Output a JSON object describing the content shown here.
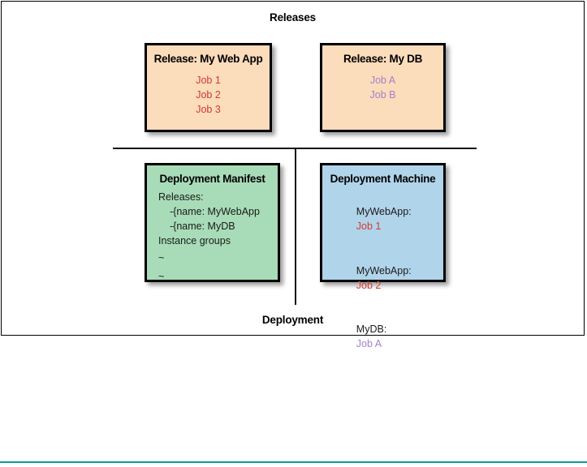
{
  "figure": {
    "top_caption": "Releases",
    "bottom_caption": "Deployment",
    "colors": {
      "release_card_fill": "#fbdcbb",
      "manifest_card_fill": "#a8dcb8",
      "machine_card_fill": "#b0d4ea",
      "card_border": "#000000",
      "job_red": "#d23a36",
      "job_purple": "#a481cd",
      "rule_teal": "#0d9a94",
      "frame_border": "#000000"
    }
  },
  "cards": {
    "release_webapp": {
      "title": "Release: My Web App",
      "jobs": [
        "Job 1",
        "Job 2",
        "Job 3"
      ]
    },
    "release_mydb": {
      "title": "Release: My DB",
      "jobs": [
        "Job A",
        "Job B"
      ]
    },
    "deployment_manifest": {
      "title": "Deployment Manifest",
      "lines": [
        "Releases:",
        "-{name: MyWebApp",
        "-{name: MyDB",
        "Instance groups",
        "~",
        "~"
      ]
    },
    "deployment_machine": {
      "title": "Deployment Machine",
      "entries": [
        {
          "release": "MyWebApp:",
          "job": "Job 1"
        },
        {
          "release": "MyWebApp:",
          "job": "Job 2"
        },
        {
          "release": "MyDB:",
          "job": "Job A"
        }
      ]
    }
  }
}
